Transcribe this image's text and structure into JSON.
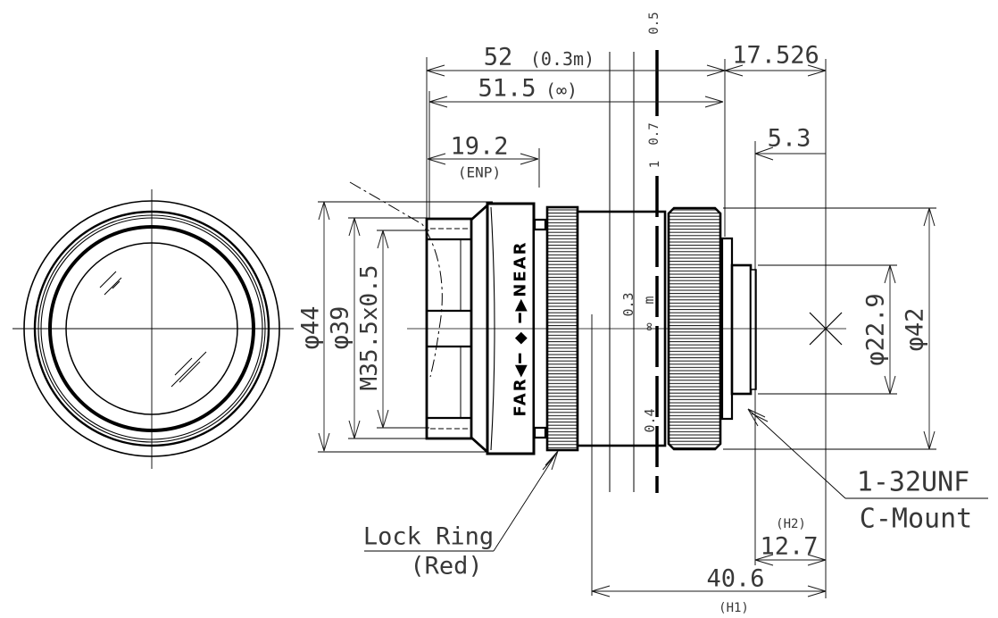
{
  "drawing": {
    "background": "#ffffff",
    "line_color": "#000000",
    "text_color": "#383838",
    "dims": {
      "overall_near": "52",
      "overall_near_note": "(0.3m)",
      "overall_inf": "51.5",
      "overall_inf_note": "(∞)",
      "enp": "19.2",
      "enp_note": "(ENP)",
      "flange_back": "17.526",
      "rear_gap": "5.3",
      "front_od": "φ44",
      "filter_od": "φ39",
      "filter_thread": "M35.5x0.5",
      "mount_od": "φ22.9",
      "rear_od": "φ42",
      "h2": "12.7",
      "h2_note": "(H2)",
      "h1": "40.6",
      "h1_note": "(H1)"
    },
    "focus_scale": {
      "m05": "0.5",
      "m07": "0.7",
      "m1": "1",
      "m03": "0.3",
      "unit": "m",
      "inf": "∞",
      "m04": "0.4"
    },
    "focus_ring_text": "FAR◀━ ◆ ━▶NEAR",
    "callouts": {
      "lock_ring": "Lock Ring",
      "lock_ring_note": "(Red)",
      "mount_thread": "1-32UNF",
      "mount_name": "C-Mount"
    }
  }
}
